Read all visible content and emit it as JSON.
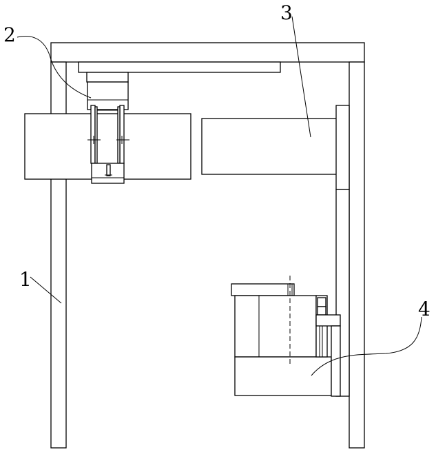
{
  "callouts": {
    "frame": "1",
    "gripper": "2",
    "feeder": "3",
    "machine": "4"
  }
}
